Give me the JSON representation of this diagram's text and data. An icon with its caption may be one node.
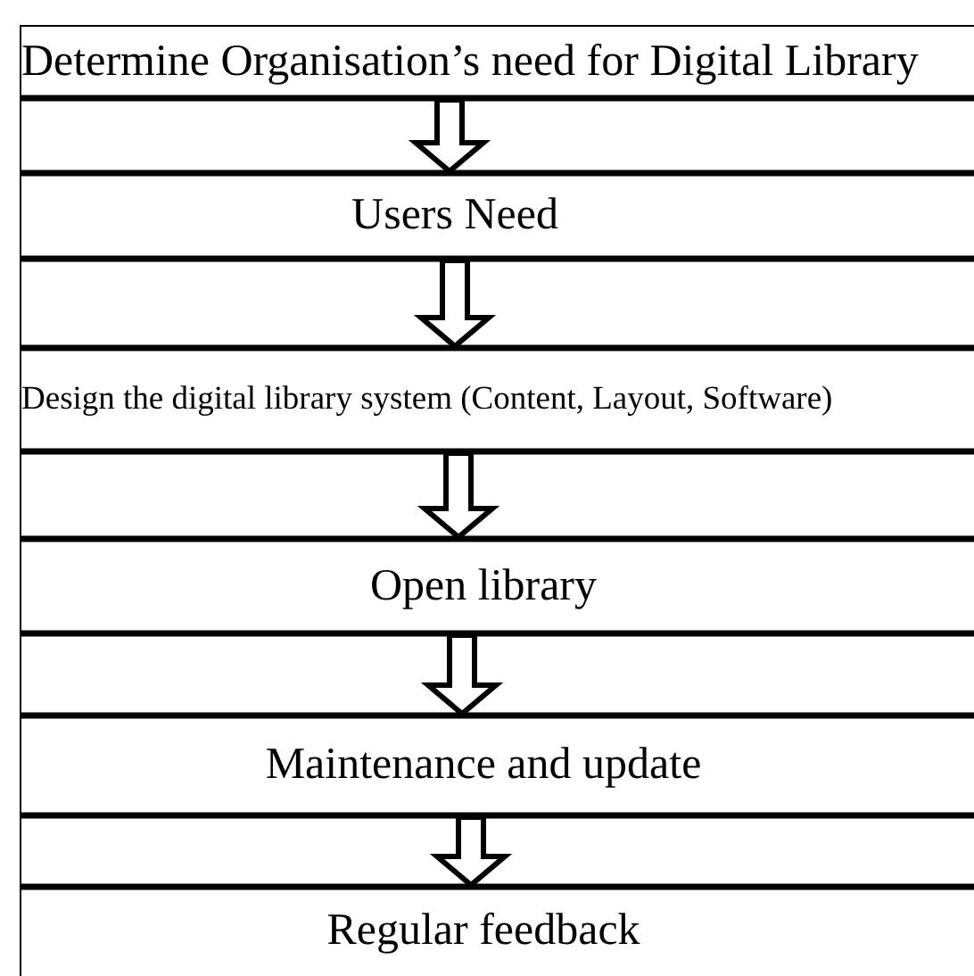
{
  "diagram": {
    "nodes": [
      {
        "text": [
          "Determine Organisation’s need for Digital Library"
        ]
      },
      {
        "text": [
          "Users Need"
        ]
      },
      {
        "text": [
          "Design the digital library system (Content, Layout, Software)"
        ]
      },
      {
        "text": [
          "Open library"
        ]
      },
      {
        "text": [
          "Maintenance and update"
        ]
      },
      {
        "text": [
          "Regular feedback"
        ]
      }
    ],
    "edges": [
      {
        "from": 0,
        "to": 1,
        "arrow": "to"
      },
      {
        "from": 1,
        "to": 2,
        "arrow": "to"
      },
      {
        "from": 2,
        "to": 3,
        "arrow": "to"
      },
      {
        "from": 3,
        "to": 4,
        "arrow": "to"
      },
      {
        "from": 4,
        "to": 5,
        "arrow": "to"
      }
    ]
  }
}
